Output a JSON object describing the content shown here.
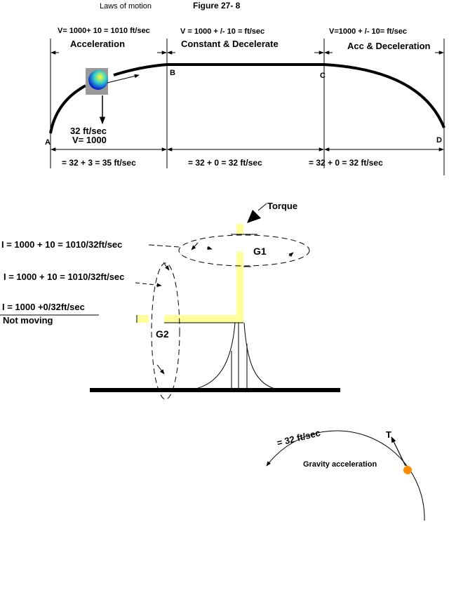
{
  "header": {
    "subtitle": "Laws of motion",
    "figure": "Figure 27- 8"
  },
  "trajectory": {
    "velocities": [
      "V= 1000+ 10 = 1010 ft/sec",
      "V = 1000  + /- 10 =   ft/sec",
      "V=1000 + /- 10=  ft/sec"
    ],
    "sections": [
      "Acceleration",
      "Constant  & Decelerate",
      "Acc & Deceleration"
    ],
    "points": [
      "A",
      "B",
      "C",
      "D"
    ],
    "drop_label": "32 ft/sec",
    "drop_velocity": "V= 1000",
    "gravity_sums": [
      "= 32 + 3 = 35 ft/sec",
      "= 32 + 0 = 32 ft/sec",
      "= 32 + 0 = 32 ft/sec"
    ]
  },
  "gyro": {
    "torque": "Torque",
    "g1": "G1",
    "g2": "G2",
    "line1": "I = 1000 + 10 = 1010/32ft/sec",
    "line2": "I = 1000 + 10 = 1010/32ft/sec",
    "line3": "I = 1000 +0/32ft/sec",
    "line4": "Not moving",
    "colors": {
      "frame": "#ffff99"
    }
  },
  "orbit": {
    "speed": "=  32 ft/sec",
    "tangent": "T",
    "label": "Gravity acceleration",
    "colors": {
      "body": "#ff8c00"
    }
  }
}
